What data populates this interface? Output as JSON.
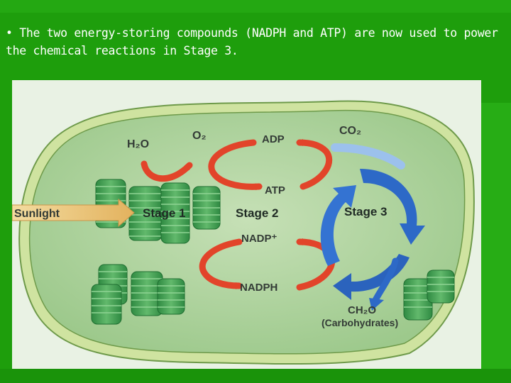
{
  "slide": {
    "caption": "• The two energy-storing compounds (NADPH and ATP) are now used to power the chemical reactions in Stage 3."
  },
  "diagram": {
    "labels": {
      "h2o": "H₂O",
      "o2": "O₂",
      "adp": "ADP",
      "co2": "CO₂",
      "atp": "ATP",
      "sunlight": "Sunlight",
      "stage1": "Stage 1",
      "stage2": "Stage 2",
      "stage3": "Stage 3",
      "nadp": "NADP⁺",
      "nadph": "NADPH",
      "ch2o": "CH₂O",
      "carbohydrates": "(Carbohydrates)"
    },
    "colors": {
      "slide_background": "#1e9e0c",
      "chloroplast_fill": "#a9cf9a",
      "membrane": "#cfe3a0",
      "thylakoid": "#3f9b4e",
      "red_arrow": "#e2442a",
      "blue_cycle": "#2d69c7",
      "sunlight_arrow": "#e9c279"
    }
  }
}
